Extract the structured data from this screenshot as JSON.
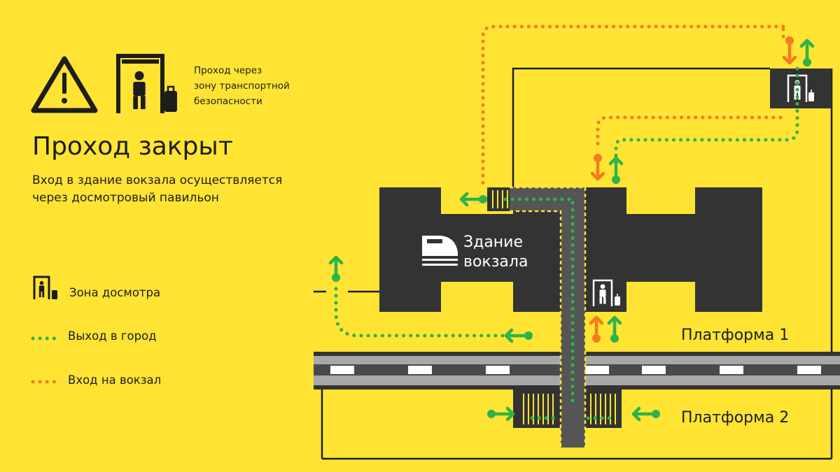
{
  "header": {
    "warning_icon": "warning-triangle-icon",
    "security_icon": "security-frame-icon",
    "zone_note_lines": [
      "Проход через",
      "зону транспортной",
      "безопасности"
    ],
    "title": "Проход закрыт",
    "subtitle_lines": [
      "Вход в здание вокзала осуществляется",
      "через досмотровый павильон"
    ]
  },
  "legend": {
    "items": [
      {
        "label": "Зона досмотра",
        "icon": "security-frame-icon"
      },
      {
        "label": "Выход в город",
        "icon": "green-dotted-line",
        "color": "#2DB34A"
      },
      {
        "label": "Вход на вокзал",
        "icon": "orange-dotted-line",
        "color": "#F47B20"
      }
    ]
  },
  "map": {
    "station_label_lines": [
      "Здание",
      "вокзала"
    ],
    "station_icon": "train-icon",
    "platform_1": "Платформа 1",
    "platform_2": "Платформа 2"
  },
  "colors": {
    "background": "#FFE433",
    "building": "#333333",
    "exit_route": "#2DB34A",
    "entry_route": "#F47B20",
    "track": "#A8A8A8",
    "track_dashes": "#FFFFFF",
    "outline": "#1D1D1D"
  }
}
